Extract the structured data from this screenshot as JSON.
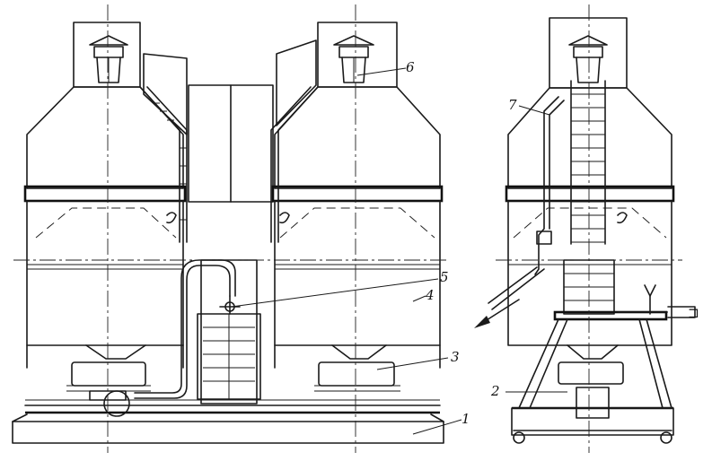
{
  "callouts": [
    {
      "id": "1",
      "text": "1"
    },
    {
      "id": "2",
      "text": "2"
    },
    {
      "id": "3",
      "text": "3"
    },
    {
      "id": "4",
      "text": "4"
    },
    {
      "id": "5",
      "text": "5"
    },
    {
      "id": "6",
      "text": "6"
    },
    {
      "id": "7",
      "text": "7"
    }
  ],
  "arrow_symbol": "⊐"
}
